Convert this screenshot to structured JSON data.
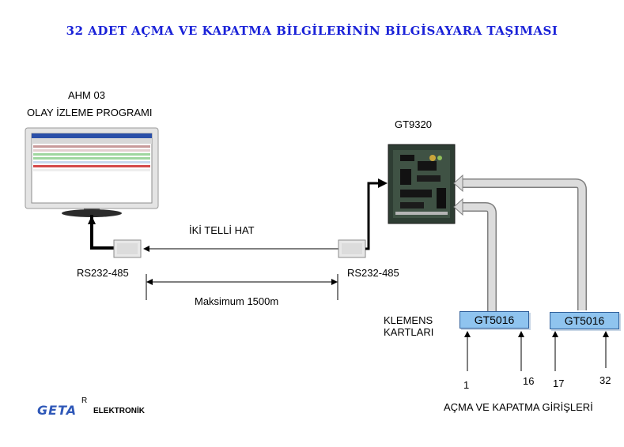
{
  "title": "32 ADET AÇMA VE KAPATMA BİLGİLERİNİN BİLGİSAYARA TAŞIMASI",
  "pc": {
    "line1": "AHM 03",
    "line2": "OLAY İZLEME PROGRAMI"
  },
  "controller": {
    "label": "GT9320"
  },
  "link": {
    "label": "İKİ TELLİ HAT",
    "distance": "Maksimum 1500m"
  },
  "converters": {
    "left": "RS232-485",
    "right": "RS232-485"
  },
  "terminal_cards": {
    "label_line1": "KLEMENS",
    "label_line2": "KARTLARI",
    "card1": "GT5016",
    "card2": "GT5016"
  },
  "inputs": {
    "n1": "1",
    "n16": "16",
    "n17": "17",
    "n32": "32",
    "caption": "AÇMA VE KAPATMA GİRİŞLERİ"
  },
  "brand": {
    "name": "GETA",
    "mark": "R",
    "suffix": "ELEKTRONİK"
  },
  "colors": {
    "title": "#1a22d8",
    "card": "#8fc4ef",
    "pipe": "#d9d9d9",
    "brand": "#2f58b8"
  }
}
